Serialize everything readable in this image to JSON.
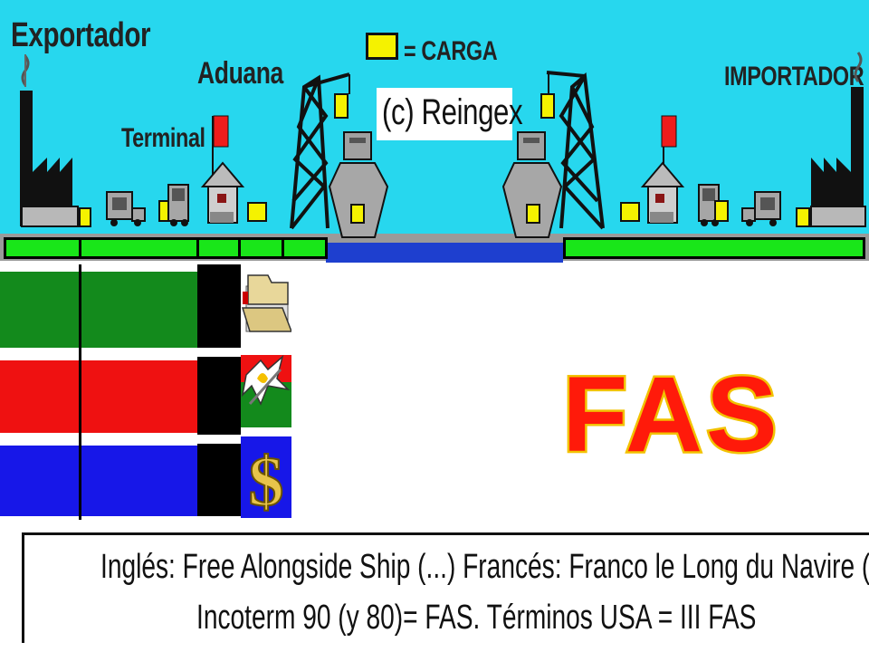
{
  "labels": {
    "exporter": "Exportador",
    "customs": "Aduana",
    "terminal": "Terminal",
    "importer": "IMPORTADOR",
    "cargo_legend": "= CARGA",
    "copyright": "(c) Reingex"
  },
  "title": "FAS",
  "description_lines": [
    "Inglés: Free Alongside Ship (...) Francés: Franco le Long du Navire (...)",
    "Incoterm 90 (y 80)= FAS. Términos USA = III FAS"
  ],
  "colors": {
    "sky": "#27d7ee",
    "ground": "#19e619",
    "water": "#1e3fcf",
    "cargo": "#f5f200",
    "band_green": "#138a1c",
    "band_red": "#ef1111",
    "band_blue": "#1717e8",
    "title_fill": "#ff1a0a",
    "title_outline": "#f2c200"
  },
  "icons": [
    "factory-icon",
    "truck-icon",
    "customs-house-icon",
    "crane-icon",
    "ship-icon",
    "folder-icon",
    "insurance-icon",
    "dollar-icon",
    "flag-icon"
  ]
}
